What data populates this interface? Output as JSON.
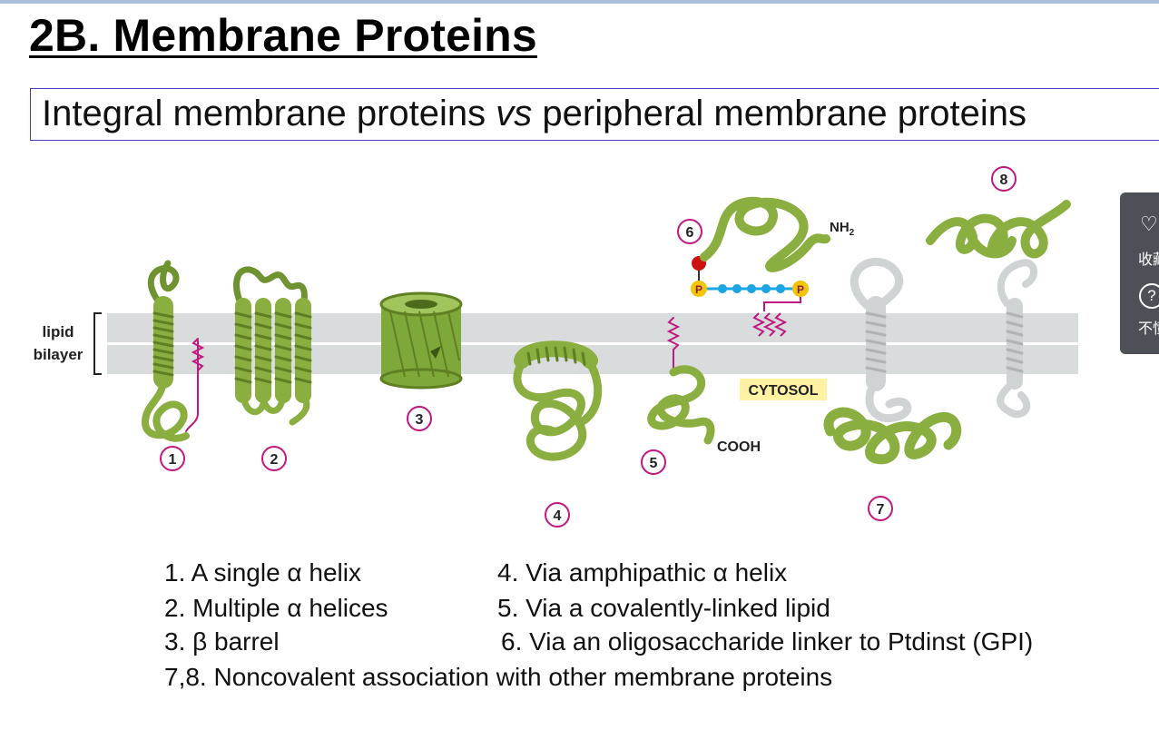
{
  "slide": {
    "title": "2B. Membrane Proteins",
    "subtitle_parts": [
      "Integral membrane proteins ",
      "vs",
      " peripheral membrane proteins"
    ]
  },
  "diagram": {
    "lipid_label_line1": "lipid",
    "lipid_label_line2": "bilayer",
    "numbers": [
      "1",
      "2",
      "3",
      "4",
      "5",
      "6",
      "7",
      "8"
    ],
    "nh2_label": "NH",
    "nh2_sub": "2",
    "cooh_label": "COOH",
    "cytosol_label": "CYTOSOL",
    "phosphate_label": "P",
    "colors": {
      "protein": "#8aae3f",
      "protein_dark": "#5f7f22",
      "protein_gray": "#cfd3d4",
      "bilayer": "#d9dcdd",
      "marker": "#c0187e",
      "cytosol_bg": "#fff3a3",
      "phosphate": "#f2c500",
      "sugar": "#1aa6e0",
      "lipid_head": "#cc1111"
    }
  },
  "legend": {
    "item1": "1. A single α helix",
    "item2": "2. Multiple α helices",
    "item3": "3. β barrel",
    "item4": "4. Via amphipathic α helix",
    "item5": "5. Via  a covalently-linked lipid",
    "item6": "6. Via an oligosaccharide linker to Ptdinst (GPI)",
    "item78": "7,8. Noncovalent association with other membrane proteins"
  },
  "sidebar": {
    "favorite_label": "收藏",
    "help_label": "不懂",
    "favorite_icon": "heart-icon",
    "help_icon": "question-icon"
  }
}
